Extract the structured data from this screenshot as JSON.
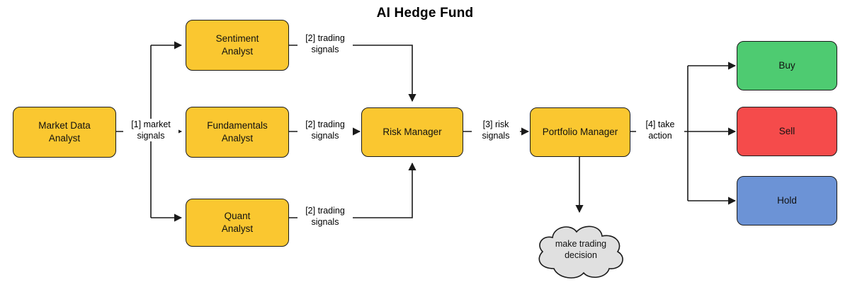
{
  "diagram": {
    "title": "AI Hedge Fund",
    "nodes": [
      {
        "id": "market-data-analyst",
        "label": "Market Data\nAnalyst",
        "kind": "agent"
      },
      {
        "id": "sentiment-analyst",
        "label": "Sentiment\nAnalyst",
        "kind": "agent"
      },
      {
        "id": "fundamentals-analyst",
        "label": "Fundamentals\nAnalyst",
        "kind": "agent"
      },
      {
        "id": "quant-analyst",
        "label": "Quant\nAnalyst",
        "kind": "agent"
      },
      {
        "id": "risk-manager",
        "label": "Risk Manager",
        "kind": "agent"
      },
      {
        "id": "portfolio-manager",
        "label": "Portfolio Manager",
        "kind": "agent"
      },
      {
        "id": "buy",
        "label": "Buy",
        "kind": "buy"
      },
      {
        "id": "sell",
        "label": "Sell",
        "kind": "sell"
      },
      {
        "id": "hold",
        "label": "Hold",
        "kind": "hold"
      }
    ],
    "cloud": {
      "id": "make-trading-decision",
      "label": "make trading\ndecision"
    },
    "edge_labels": [
      {
        "id": "market-signals",
        "text": "[1] market\nsignals"
      },
      {
        "id": "trading-signals-sentiment",
        "text": "[2] trading\nsignals"
      },
      {
        "id": "trading-signals-fundamentals",
        "text": "[2] trading\nsignals"
      },
      {
        "id": "trading-signals-quant",
        "text": "[2] trading\nsignals"
      },
      {
        "id": "risk-signals",
        "text": "[3] risk\nsignals"
      },
      {
        "id": "take-action",
        "text": "[4] take\naction"
      }
    ],
    "colors": {
      "agent_fill": "#FAC730",
      "buy_fill": "#4ECB71",
      "sell_fill": "#F54B4B",
      "hold_fill": "#6C93D6",
      "cloud_fill": "#E0E0E0",
      "stroke": "#1a1a1a",
      "background": "#FFFFFF"
    }
  }
}
